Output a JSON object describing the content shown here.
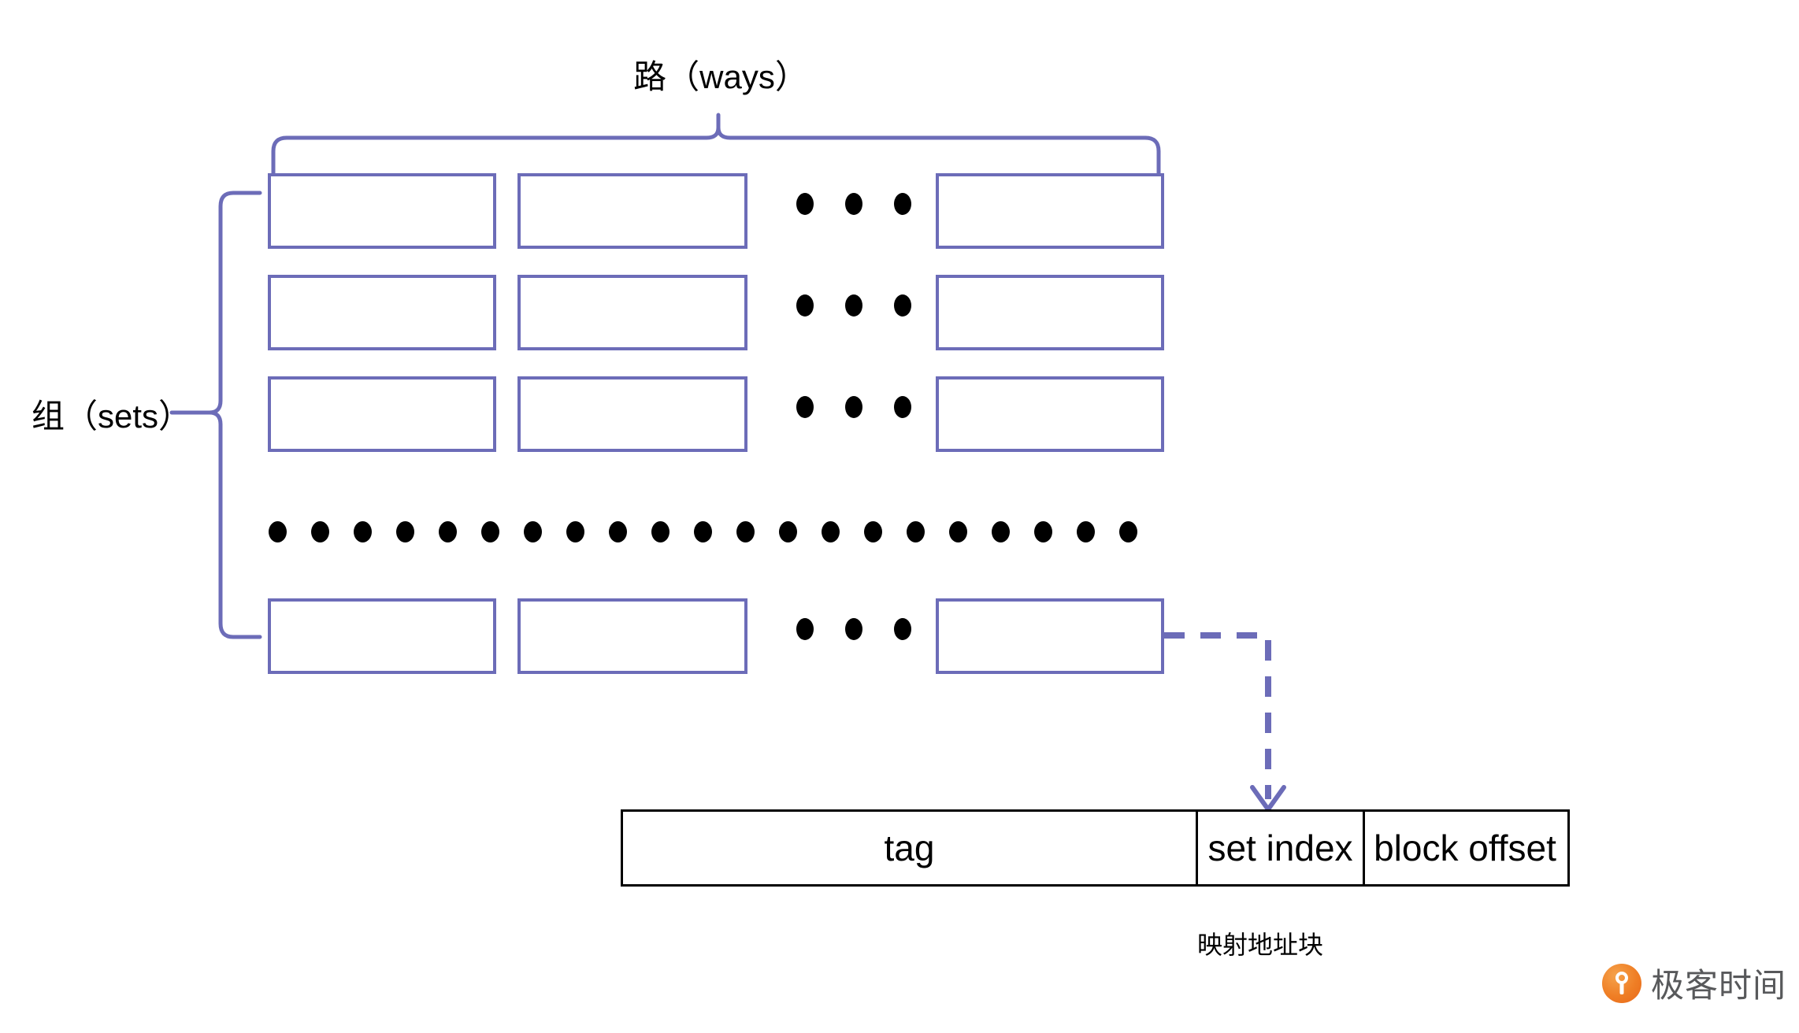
{
  "diagram": {
    "title_top": "路（ways）",
    "label_left": "组（sets）",
    "caption_address": "映射地址块",
    "accent_color": "#6c6cb8",
    "line_color": "#000000",
    "grid": {
      "columns": 3,
      "visible_rows": 4,
      "column_ellipsis_dots": 3,
      "row_ellipsis_dots": 21,
      "cells": [
        [
          {
            "label": ""
          },
          {
            "label": ""
          },
          {
            "label": ""
          }
        ],
        [
          {
            "label": ""
          },
          {
            "label": ""
          },
          {
            "label": ""
          }
        ],
        [
          {
            "label": ""
          },
          {
            "label": ""
          },
          {
            "label": ""
          }
        ],
        [
          {
            "label": ""
          },
          {
            "label": ""
          },
          {
            "label": ""
          }
        ]
      ]
    },
    "address_block": {
      "fields": [
        {
          "name": "tag",
          "label": "tag"
        },
        {
          "name": "set-index",
          "label": "set index"
        },
        {
          "name": "block-offset",
          "label": "block offset"
        }
      ]
    },
    "connector": {
      "style": "dashed-arrow",
      "color": "#6c6cb8",
      "from": "last-row-last-way-cell",
      "to": "set-index-field"
    }
  },
  "watermark": {
    "text": "极客时间",
    "logo_name": "geekbang-logo",
    "logo_color": "#ef7e25"
  }
}
